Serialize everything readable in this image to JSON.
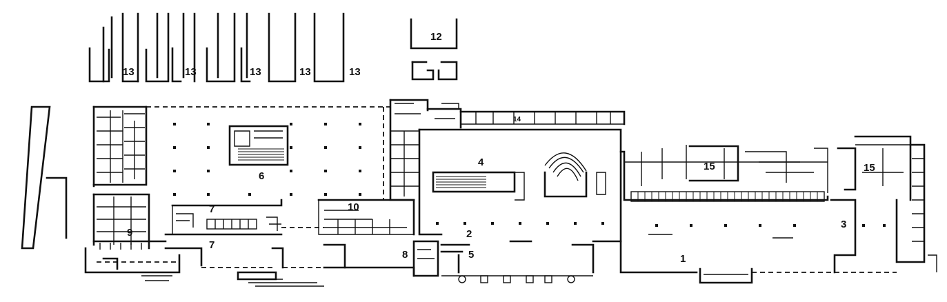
{
  "labels": {
    "l1": "1",
    "l2": "2",
    "l3": "3",
    "l4": "4",
    "l5": "5",
    "l6": "6",
    "l7a": "7",
    "l7b": "7",
    "l8": "8",
    "l9": "9",
    "l10": "10",
    "l12": "12",
    "l13a": "13",
    "l13b": "13",
    "l13c": "13",
    "l13d": "13",
    "l13e": "13",
    "l14": "14",
    "l15a": "15",
    "l15b": "15"
  }
}
